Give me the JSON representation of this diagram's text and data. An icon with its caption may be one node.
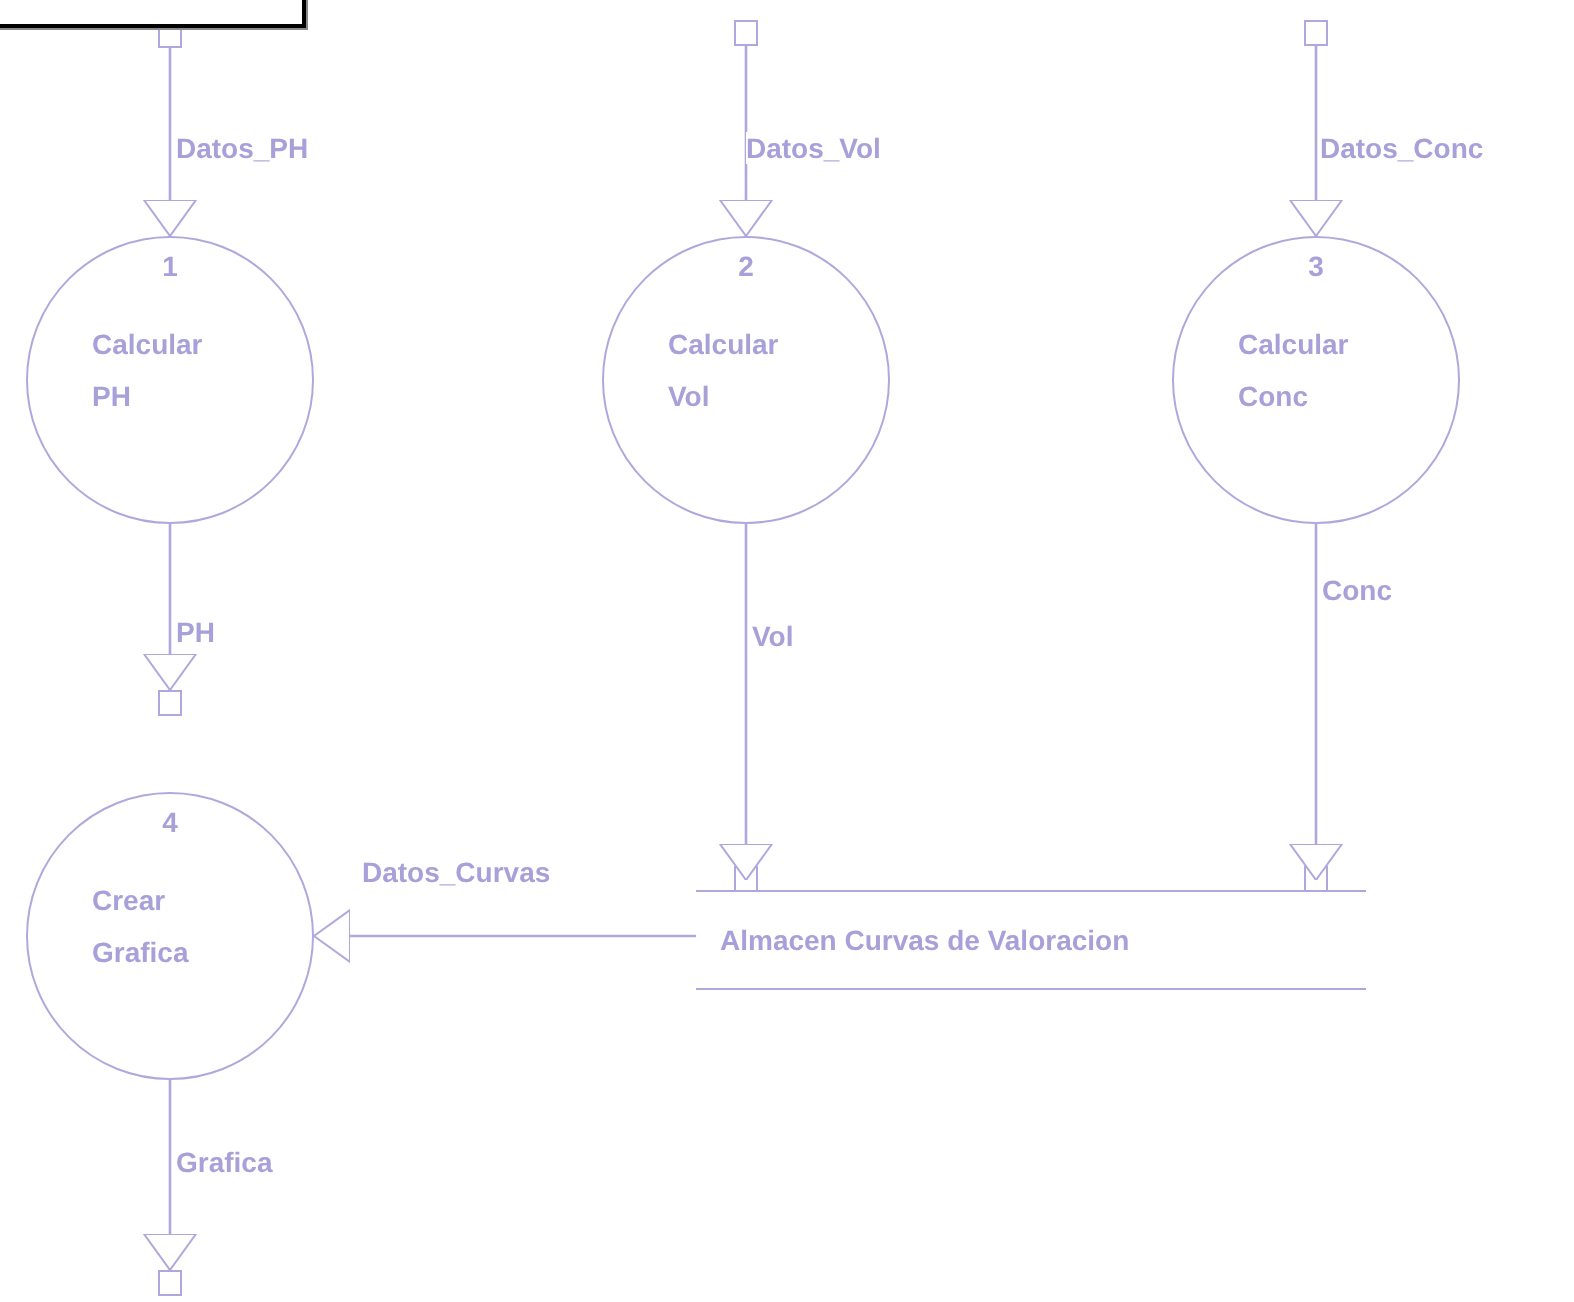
{
  "diagram": {
    "nodes": [
      {
        "text": [],
        "shape": "box"
      },
      {
        "text": [],
        "shape": "box"
      },
      {
        "text": [],
        "shape": "box"
      },
      {
        "text": [
          "1",
          "Calcular PH"
        ]
      },
      {
        "text": [
          "2",
          "Calcular Vol"
        ]
      },
      {
        "text": [
          "3",
          "Calcular Conc"
        ]
      },
      {
        "text": [],
        "shape": "box"
      },
      {
        "text": [
          "4",
          "Crear Grafica"
        ]
      },
      {
        "text": [
          "Almacen Curvas de Valoracion"
        ]
      },
      {
        "text": [],
        "shape": "box"
      },
      {
        "text": [],
        "shape": "box"
      }
    ],
    "edges": [
      {
        "from": 0,
        "to": 3,
        "arrow": "to",
        "label": "Datos_PH"
      },
      {
        "from": 1,
        "to": 4,
        "arrow": "to",
        "label": "Datos_Vol"
      },
      {
        "from": 2,
        "to": 5,
        "arrow": "to",
        "label": "Datos_Conc"
      },
      {
        "from": 3,
        "to": 6,
        "arrow": "to",
        "label": "PH"
      },
      {
        "from": 4,
        "to": 8,
        "arrow": "to",
        "label": "Vol"
      },
      {
        "from": 5,
        "to": 8,
        "arrow": "to",
        "label": "Conc"
      },
      {
        "from": 8,
        "to": 7,
        "arrow": "to",
        "label": "Datos_Curvas"
      },
      {
        "from": 7,
        "to": 9,
        "arrow": "to",
        "label": "Grafica"
      }
    ]
  }
}
